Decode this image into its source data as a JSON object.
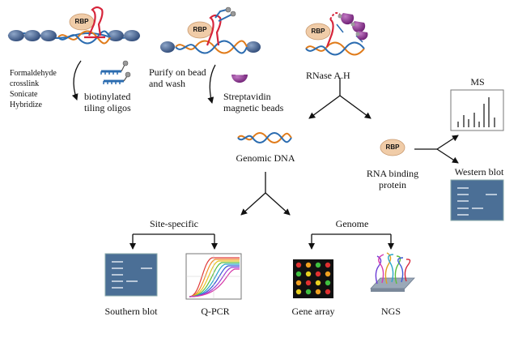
{
  "colors": {
    "nucleosome": "#2f4a78",
    "dna_blue": "#2b6cb0",
    "dna_orange": "#e07b1a",
    "rbp": "#f0cca8",
    "rna_red": "#d6243a",
    "streptavidin": "#8a2a8c",
    "gel_bg": "#4b6f96",
    "gel_band": "#e8eef6",
    "black": "#111111"
  },
  "icons": [
    "nucleosome-icon",
    "rbp-icon",
    "rna-hairpin-icon",
    "biotin-oligo-icon",
    "streptavidin-bead-icon",
    "dna-helix-icon",
    "mass-spectrum-icon",
    "gel-blot-icon",
    "qpcr-curves-icon",
    "gene-array-icon",
    "ngs-reads-icon"
  ],
  "step1": {
    "rbp": "RBP",
    "conditions": [
      "Formaldehyde",
      "crosslink",
      "Sonicate",
      "Hybridize"
    ],
    "probe": [
      "biotinylated",
      "tiling oligos"
    ]
  },
  "step2": {
    "rbp": "RBP",
    "purify": [
      "Purify on bead",
      "and wash"
    ],
    "beads": [
      "Streptavidin",
      "magnetic beads"
    ]
  },
  "step3": {
    "rbp": "RBP",
    "rnase": "RNase A.H"
  },
  "genomic_dna": "Genomic DNA",
  "protein": {
    "rbp": "RBP",
    "label": [
      "RNA binding",
      "protein"
    ]
  },
  "ms": "MS",
  "western_blot": "Western blot",
  "site_specific": "Site-specific",
  "genome": "Genome",
  "southern_blot": "Southern blot",
  "qpcr": "Q-PCR",
  "gene_array": "Gene array",
  "ngs": "NGS"
}
